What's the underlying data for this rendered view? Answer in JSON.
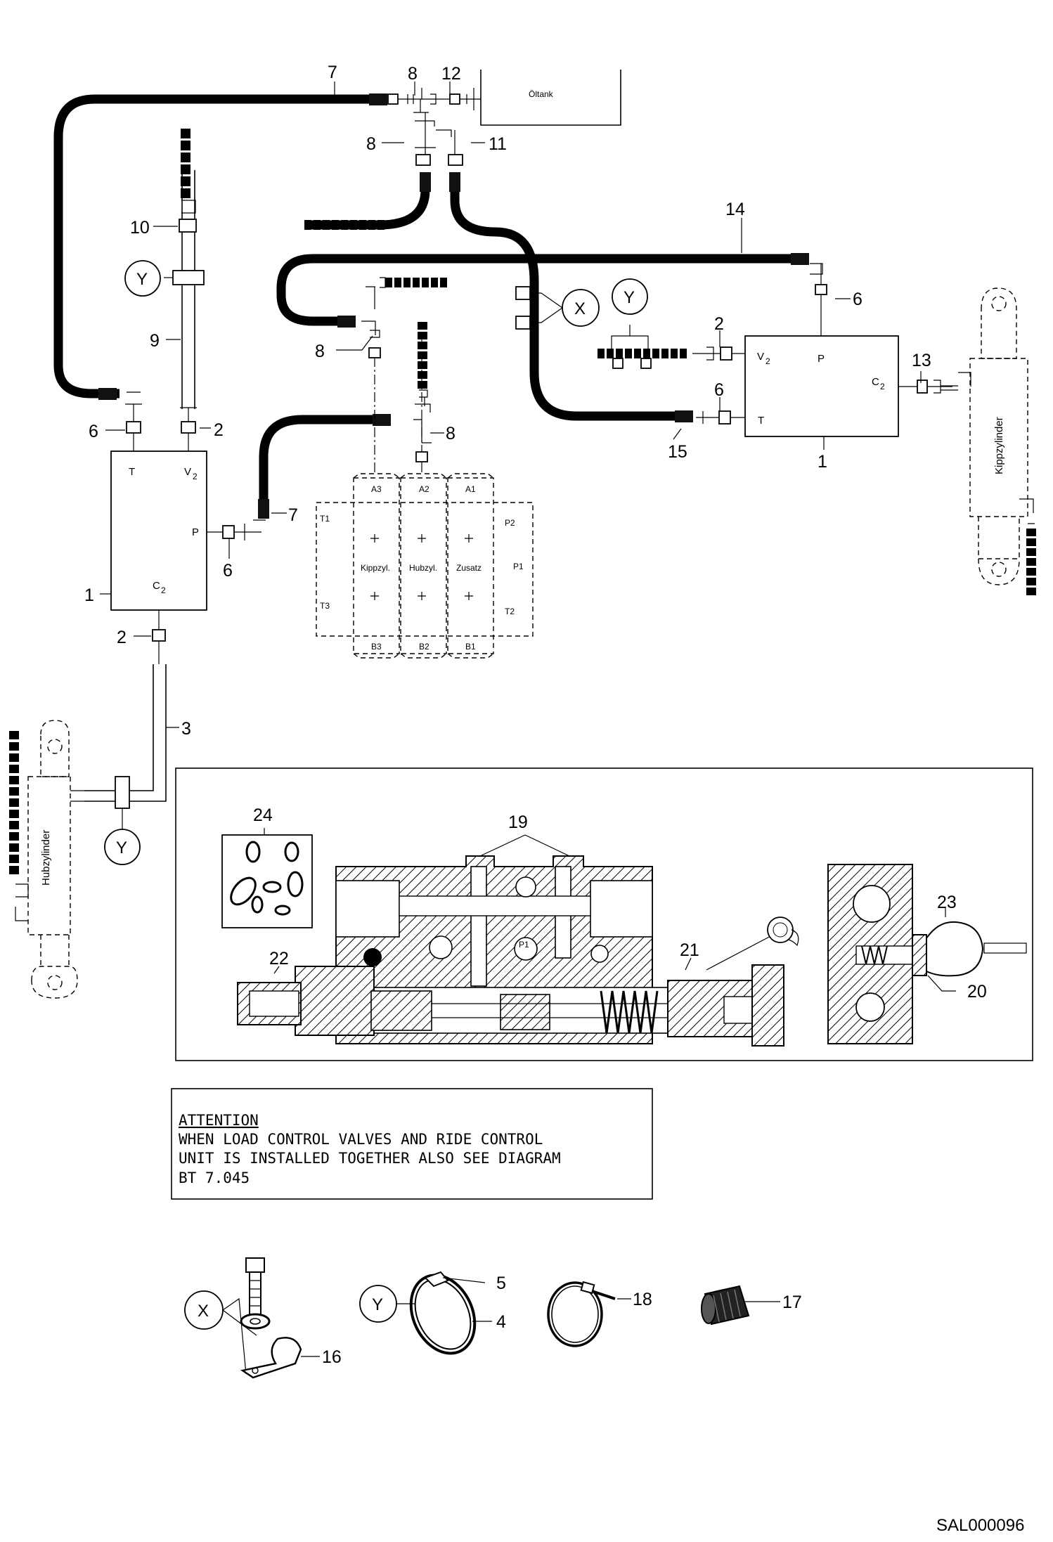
{
  "callouts": {
    "c7a": "7",
    "c8a": "8",
    "c12": "12",
    "c8b": "8",
    "c11": "11",
    "c10": "10",
    "c9": "9",
    "c6a": "6",
    "c2a": "2",
    "c14": "14",
    "c6b": "6",
    "c2b": "2",
    "c13": "13",
    "c8c": "8",
    "c8d": "8",
    "c15": "15",
    "c6c": "6",
    "c1a": "1",
    "c7b": "7",
    "c6d": "6",
    "c1b": "1",
    "c2c": "2",
    "c3": "3",
    "c24": "24",
    "c19": "19",
    "c21": "21",
    "c22": "22",
    "c23": "23",
    "c20": "20",
    "c16": "16",
    "c5": "5",
    "c4": "4",
    "c18": "18",
    "c17": "17"
  },
  "tank_label": "Öltank",
  "clamp_refs": {
    "x1": "X",
    "y1": "Y",
    "y2": "Y",
    "y3": "Y",
    "x2": "X",
    "y4": "Y"
  },
  "valve_left": {
    "port_t": "T",
    "port_v2": "V",
    "port_v2_sub": "2",
    "port_p": "P",
    "port_c2": "C",
    "port_c2_sub": "2"
  },
  "valve_right": {
    "port_v2": "V",
    "port_v2_sub": "2",
    "port_p": "P",
    "port_c2": "C",
    "port_c2_sub": "2",
    "port_t": "T"
  },
  "control_valve": {
    "ports_top": [
      "A3",
      "A2",
      "A1"
    ],
    "ports_bottom": [
      "B3",
      "B2",
      "B1"
    ],
    "sections": [
      "Kippzyl.",
      "Hubzyl.",
      "Zusatz"
    ],
    "port_t1": "T1",
    "port_t3": "T3",
    "port_p2": "P2",
    "port_p1": "P1",
    "port_t2": "T2"
  },
  "cylinders": {
    "tilt": "Kippzylinder",
    "lift": "Hubzylinder"
  },
  "section_port": "P1",
  "attention": {
    "heading": "ATTENTION",
    "line1": "WHEN  LOAD  CONTROL  VALVES  AND  RIDE  CONTROL",
    "line2": "UNIT  IS  INSTALLED  TOGETHER  ALSO  SEE  DIAGRAM",
    "line3": "BT  7.045"
  },
  "drawing_ref": "SAL000096"
}
